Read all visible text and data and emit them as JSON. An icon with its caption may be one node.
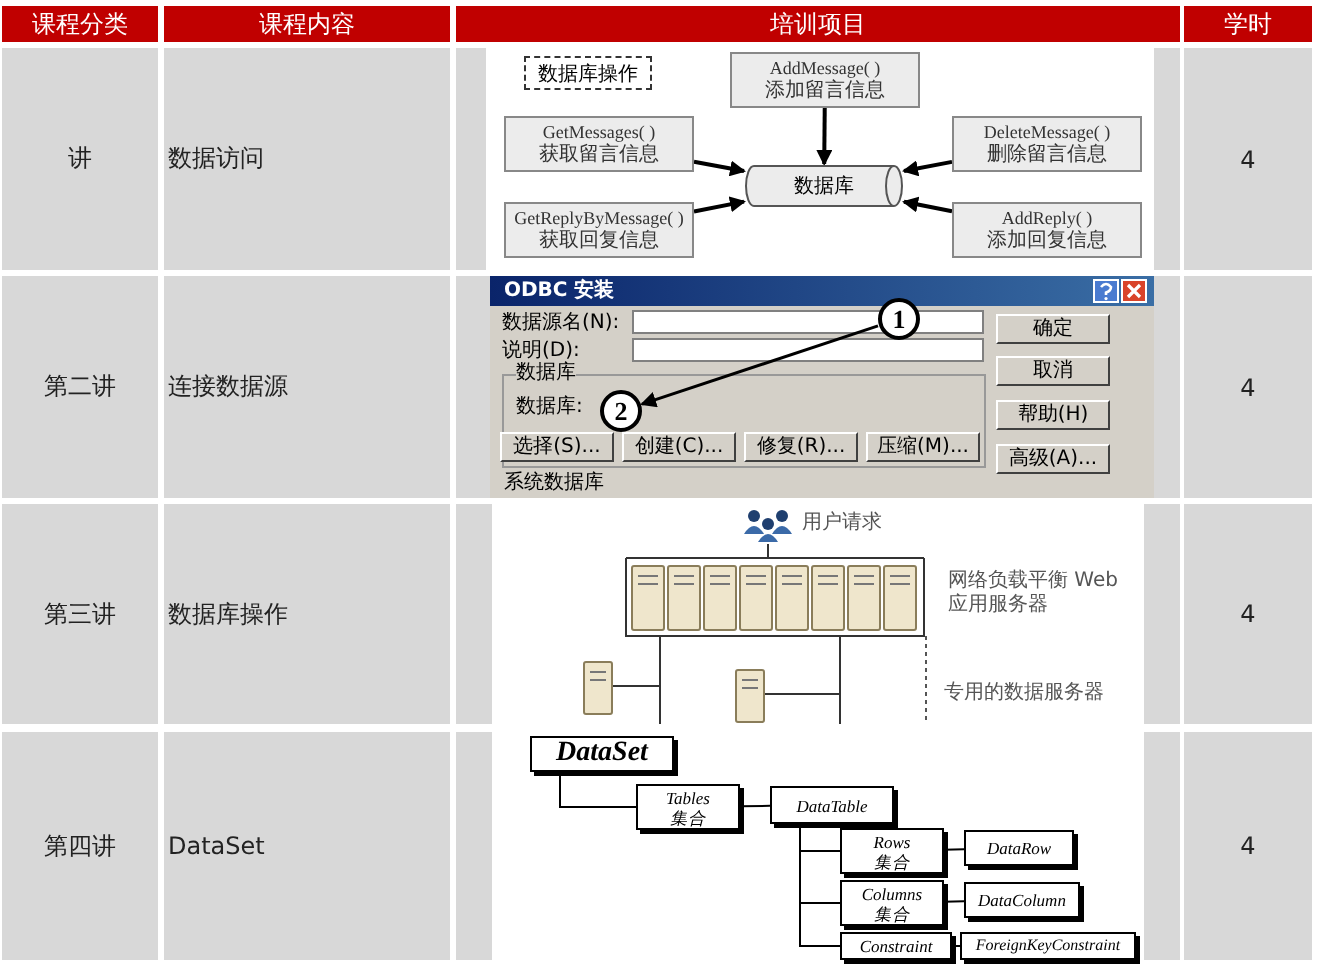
{
  "diagram": {
    "nodes": [
      {
        "text": [
          "数据库操作"
        ]
      },
      {
        "text": [
          "AddMessage( )",
          "添加留言信息"
        ]
      },
      {
        "text": [
          "GetMessages( )",
          "获取留言信息"
        ]
      },
      {
        "text": [
          "DeleteMessage( )",
          "删除留言信息"
        ]
      },
      {
        "text": [
          "数据库"
        ]
      },
      {
        "text": [
          "GetReplyByMessage( )",
          "获取回复信息"
        ]
      },
      {
        "text": [
          "AddReply( )",
          "添加回复信息"
        ]
      },
      {
        "text": [
          "1"
        ]
      },
      {
        "text": [
          "2"
        ]
      },
      {
        "text": [
          "DataSet"
        ]
      },
      {
        "text": [
          "Tables 集合"
        ]
      },
      {
        "text": [
          "DataTable"
        ]
      },
      {
        "text": [
          "Rows 集合"
        ]
      },
      {
        "text": [
          "DataRow"
        ]
      },
      {
        "text": [
          "Columns 集合"
        ]
      },
      {
        "text": [
          "DataColumn"
        ]
      },
      {
        "text": [
          "Constraint"
        ]
      },
      {
        "text": [
          "ForeignKeyConstraint"
        ]
      }
    ],
    "edges": [
      {
        "from": 1,
        "to": 4,
        "arrow": "to"
      },
      {
        "from": 2,
        "to": 4,
        "arrow": "to"
      },
      {
        "from": 3,
        "to": 4,
        "arrow": "to"
      },
      {
        "from": 5,
        "to": 4,
        "arrow": "to"
      },
      {
        "from": 6,
        "to": 4,
        "arrow": "to"
      },
      {
        "from": 7,
        "to": 8,
        "arrow": "to"
      },
      {
        "from": 9,
        "to": 10,
        "arrow": "none"
      },
      {
        "from": 10,
        "to": 11,
        "arrow": "none"
      },
      {
        "from": 11,
        "to": 12,
        "arrow": "none"
      },
      {
        "from": 12,
        "to": 13,
        "arrow": "none"
      },
      {
        "from": 11,
        "to": 14,
        "arrow": "none"
      },
      {
        "from": 14,
        "to": 15,
        "arrow": "none"
      },
      {
        "from": 11,
        "to": 16,
        "arrow": "none"
      },
      {
        "from": 16,
        "to": 17,
        "arrow": "none"
      }
    ],
    "labels": [
      "课程分类",
      "课程内容",
      "培训项目",
      "学时",
      "讲",
      "数据访问",
      "4",
      "第二讲",
      "连接数据源",
      "4",
      "第三讲",
      "数据库操作",
      "4",
      "第四讲",
      "DataSet",
      "4",
      "ODBC 安装",
      "数据源名(N):",
      "说明(D):",
      "数据库",
      "数据库:",
      "选择(S)...",
      "创建(C)...",
      "修复(R)...",
      "压缩(M)...",
      "确定",
      "取消",
      "帮助(H)",
      "高级(A)...",
      "系统数据库",
      "用户请求",
      "网络负载平衡 Web 应用服务器",
      "专用的数据服务器"
    ]
  }
}
